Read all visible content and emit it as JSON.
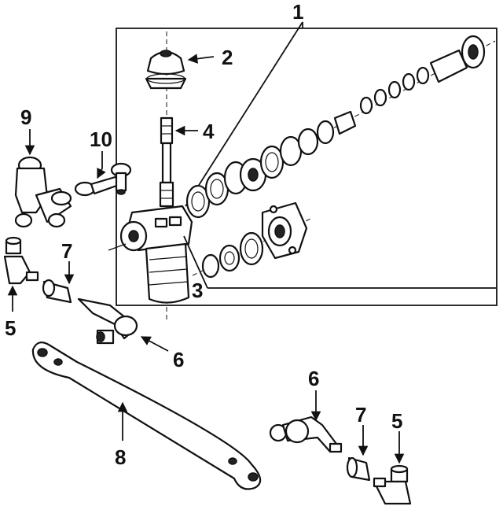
{
  "callouts": {
    "c1": "1",
    "c2": "2",
    "c3": "3",
    "c4": "4",
    "c5a": "5",
    "c5b": "5",
    "c6a": "6",
    "c6b": "6",
    "c7a": "7",
    "c7b": "7",
    "c8": "8",
    "c9": "9",
    "c10": "10"
  },
  "colors": {
    "ink": "#111111",
    "paper": "#ffffff"
  }
}
